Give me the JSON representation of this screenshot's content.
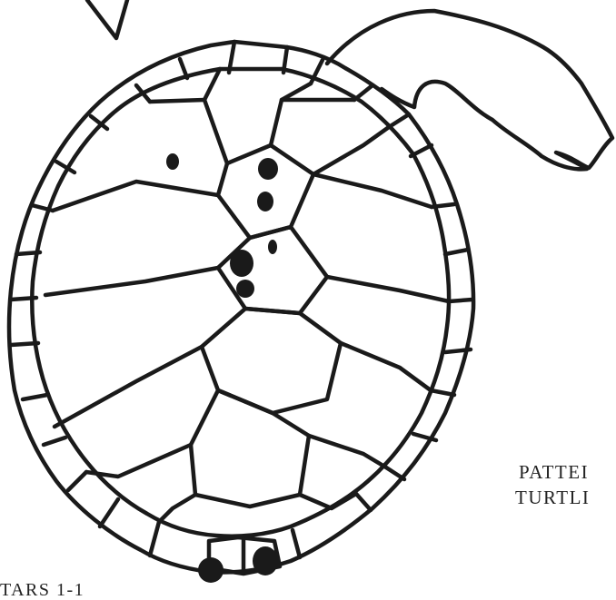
{
  "captions": {
    "right_line1": "PATTEI",
    "right_line2": "TURTLI",
    "bottom_left": "TARS 1-1"
  },
  "colors": {
    "ink": "#1a1a1a",
    "paper": "#ffffff"
  }
}
